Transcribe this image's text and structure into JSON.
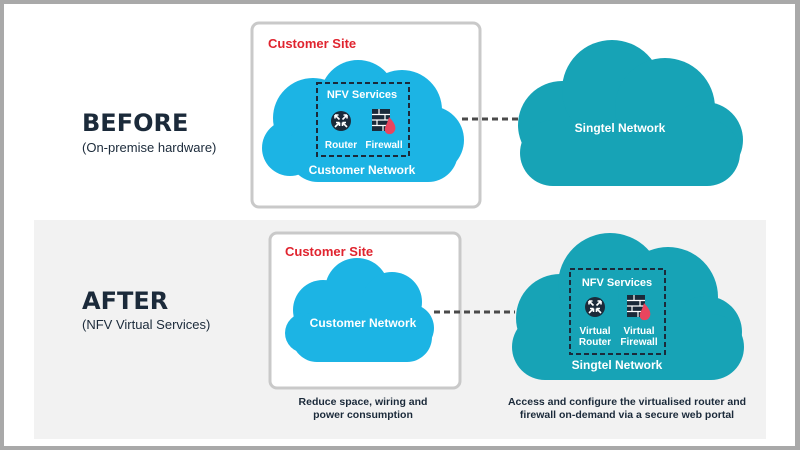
{
  "colors": {
    "cloud_light": "#1cb4e4",
    "cloud_dark": "#17a3b6",
    "navy": "#1b2a3a",
    "red": "#e0242f",
    "flame": "#e8455e",
    "site_border": "#c9c9c9",
    "after_band": "#f2f2f2",
    "connector": "#4a4a4a"
  },
  "before": {
    "title": "BEFORE",
    "subtitle": "(On-premise hardware)",
    "site_label": "Customer Site",
    "customer_cloud_label": "Customer Network",
    "nfv": {
      "title": "NFV Services",
      "router_label": "Router",
      "firewall_label": "Firewall",
      "router_icon": "router-icon",
      "firewall_icon": "firewall-icon"
    },
    "provider_cloud_label": "Singtel Network"
  },
  "after": {
    "title": "AFTER",
    "subtitle": "(NFV Virtual Services)",
    "site_label": "Customer Site",
    "customer_cloud_label": "Customer Network",
    "provider_cloud_label": "Singtel Network",
    "nfv": {
      "title": "NFV Services",
      "router_label_1": "Virtual",
      "router_label_2": "Router",
      "firewall_label_1": "Virtual",
      "firewall_label_2": "Firewall",
      "router_icon": "router-icon",
      "firewall_icon": "firewall-icon"
    },
    "caption_left_1": "Reduce space, wiring and",
    "caption_left_2": "power consumption",
    "caption_right_1": "Access and configure the virtualised router and",
    "caption_right_2": "firewall on-demand via a secure web portal"
  }
}
